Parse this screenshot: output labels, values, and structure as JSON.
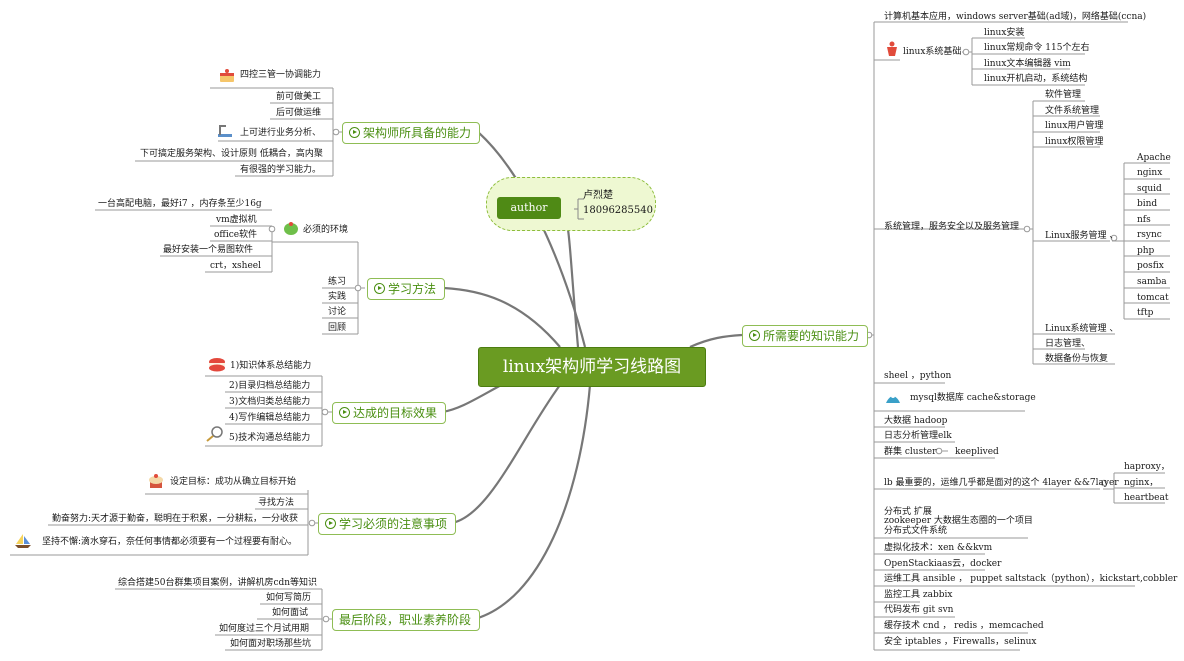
{
  "center": "linux架构师学习线路图",
  "author": {
    "label": "author",
    "name": "卢烈楚",
    "phone": "18096285540"
  },
  "left": {
    "abilities": {
      "title": "架构师所具备的能力",
      "items": [
        "四控三管一协调能力",
        "前可做美工",
        "后可做运维",
        "上可进行业务分析、",
        "下可搞定服务架构、设计原则 低耦合，高内聚",
        "有很强的学习能力。"
      ]
    },
    "study": {
      "title": "学习方法",
      "env_title": "必须的环境",
      "env_items": [
        "一台高配电脑，最好i7 ，内存条至少16g",
        "vm虚拟机",
        "office软件",
        "最好安装一个易图软件",
        "crt，xsheel"
      ],
      "methods": [
        "练习",
        "实践",
        "讨论",
        "回顾"
      ]
    },
    "goals": {
      "title": "达成的目标效果",
      "items": [
        "1)知识体系总结能力",
        "2)目录归档总结能力",
        "3)文档归类总结能力",
        "4)写作编辑总结能力",
        "5)技术沟通总结能力"
      ]
    },
    "notes": {
      "title": "学习必须的注意事项",
      "items": [
        "设定目标：成功从确立目标开始",
        "寻找方法",
        "勤奋努力:天才源于勤奋，聪明在于积累，一分耕耘，一分收获",
        "坚持不懈:滴水穿石，奈任何事情都必须要有一个过程要有耐心。"
      ]
    },
    "final": {
      "title": "最后阶段，职业素养阶段",
      "items": [
        "综合搭建50台群集项目案例，讲解机房cdn等知识",
        "如何写简历",
        "如何面试",
        "如何度过三个月试用期",
        "如何面对职场那些坑"
      ]
    }
  },
  "right": {
    "title": "所需要的知识能力",
    "top": "计算机基本应用，windows server基础(ad域)，网络基础(ccna)",
    "linux_basic": {
      "title": "linux系统基础",
      "items": [
        "linux安装",
        "linux常规命令 115个左右",
        "linux文本编辑器  vim",
        "linux开机启动，系统结构"
      ]
    },
    "sysadmin": {
      "title": "系统管理，服务安全以及服务管理",
      "items_top": [
        "软件管理",
        "文件系统管理",
        "linux用户管理",
        "linux权限管理"
      ],
      "services_title": "Linux服务管理 、",
      "services": [
        "Apache",
        "nginx",
        "squid",
        "bind",
        "nfs",
        "rsync",
        "php",
        "posfix",
        "samba",
        "tomcat",
        "tftp"
      ],
      "items_bottom": [
        "Linux系统管理 、",
        "日志管理、",
        "数据备份与恢复"
      ]
    },
    "others": {
      "shell": "sheel ，python",
      "mysql": "mysql数据库  cache&storage",
      "bigdata": "大数据   hadoop",
      "elk": "日志分析管理elk",
      "cluster": "群集 cluster",
      "keepalived": "keeplived",
      "lb": "lb 最重要的，运维几乎都是面对的这个 4layer &&7layer",
      "lb_items": [
        "haproxy，",
        "nginx，",
        "heartbeat"
      ],
      "distributed": [
        "分布式  扩展",
        "zookeeper  大数据生态圈的一个项目",
        "分布式文件系统"
      ],
      "virt": "虚拟化技术：xen &&kvm",
      "cloud": "OpenStackiaas云，docker",
      "ops": "运维工具 ansible ，  puppet saltstack（python），kickstart,cobbler",
      "monitor": "监控工具 zabbix",
      "deploy": "代码发布 git svn",
      "cache": "缓存技术  cnd  ，  redis  ，memcached",
      "security": "安全  iptables  ，Firewalls，selinux"
    }
  },
  "colors": {
    "center_bg": "#6a9b22",
    "branch_border": "#8fbd55",
    "branch_text": "#4a8f12",
    "line": "#888888"
  }
}
